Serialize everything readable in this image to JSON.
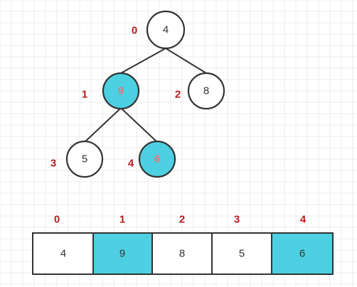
{
  "colors": {
    "highlight_fill": "#4dd0e1",
    "normal_fill": "#ffffff",
    "stroke": "#333333",
    "index_label": "#b71c1c",
    "highlight_text": "#e57373",
    "normal_text": "#333333",
    "grid": "#ececec"
  },
  "tree": {
    "nodes": [
      {
        "index": "0",
        "value": "4",
        "highlighted": false
      },
      {
        "index": "1",
        "value": "9",
        "highlighted": true
      },
      {
        "index": "2",
        "value": "8",
        "highlighted": false
      },
      {
        "index": "3",
        "value": "5",
        "highlighted": false
      },
      {
        "index": "4",
        "value": "6",
        "highlighted": true
      }
    ]
  },
  "array": {
    "indices": [
      "0",
      "1",
      "2",
      "3",
      "4"
    ],
    "cells": [
      {
        "value": "4",
        "highlighted": false
      },
      {
        "value": "9",
        "highlighted": true
      },
      {
        "value": "8",
        "highlighted": false
      },
      {
        "value": "5",
        "highlighted": false
      },
      {
        "value": "6",
        "highlighted": true
      }
    ]
  }
}
